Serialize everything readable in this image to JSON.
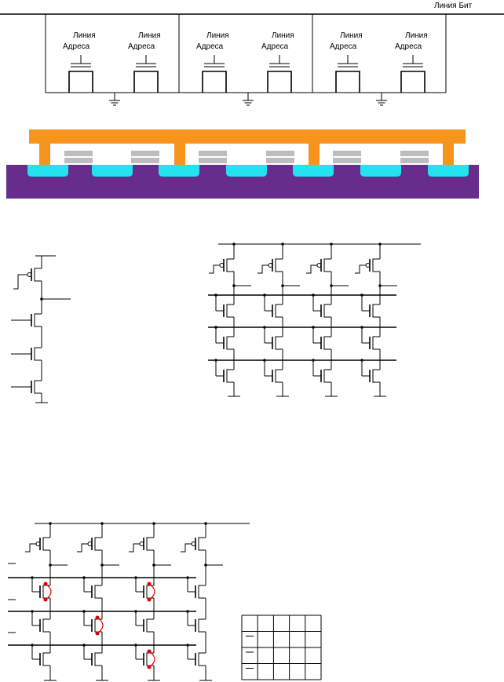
{
  "top_circuit": {
    "bit_line_label": "Линия Бит",
    "address_label_line1": "Линия",
    "address_label_line2": "Адреса",
    "cells": 3,
    "transistors_per_cell": 2
  },
  "cross_section": {
    "colors": {
      "metal": "#f7941d",
      "substrate": "#672d8d",
      "diffusion": "#22e3ef",
      "gate_stack": "#bdbdbd"
    }
  },
  "mid_left": {
    "series_transistors": 3
  },
  "mid_right": {
    "columns": 4,
    "rows": 3
  },
  "bottom_left": {
    "columns": 4,
    "rows": 3,
    "fuse_positions": [
      [
        0,
        0
      ],
      [
        0,
        2
      ],
      [
        1,
        1
      ],
      [
        2,
        2
      ]
    ],
    "colors": {
      "fuse": "#e00000"
    }
  },
  "bottom_table": {
    "columns": 5,
    "rows": 4,
    "marked_rows": [
      1,
      2,
      3
    ]
  }
}
